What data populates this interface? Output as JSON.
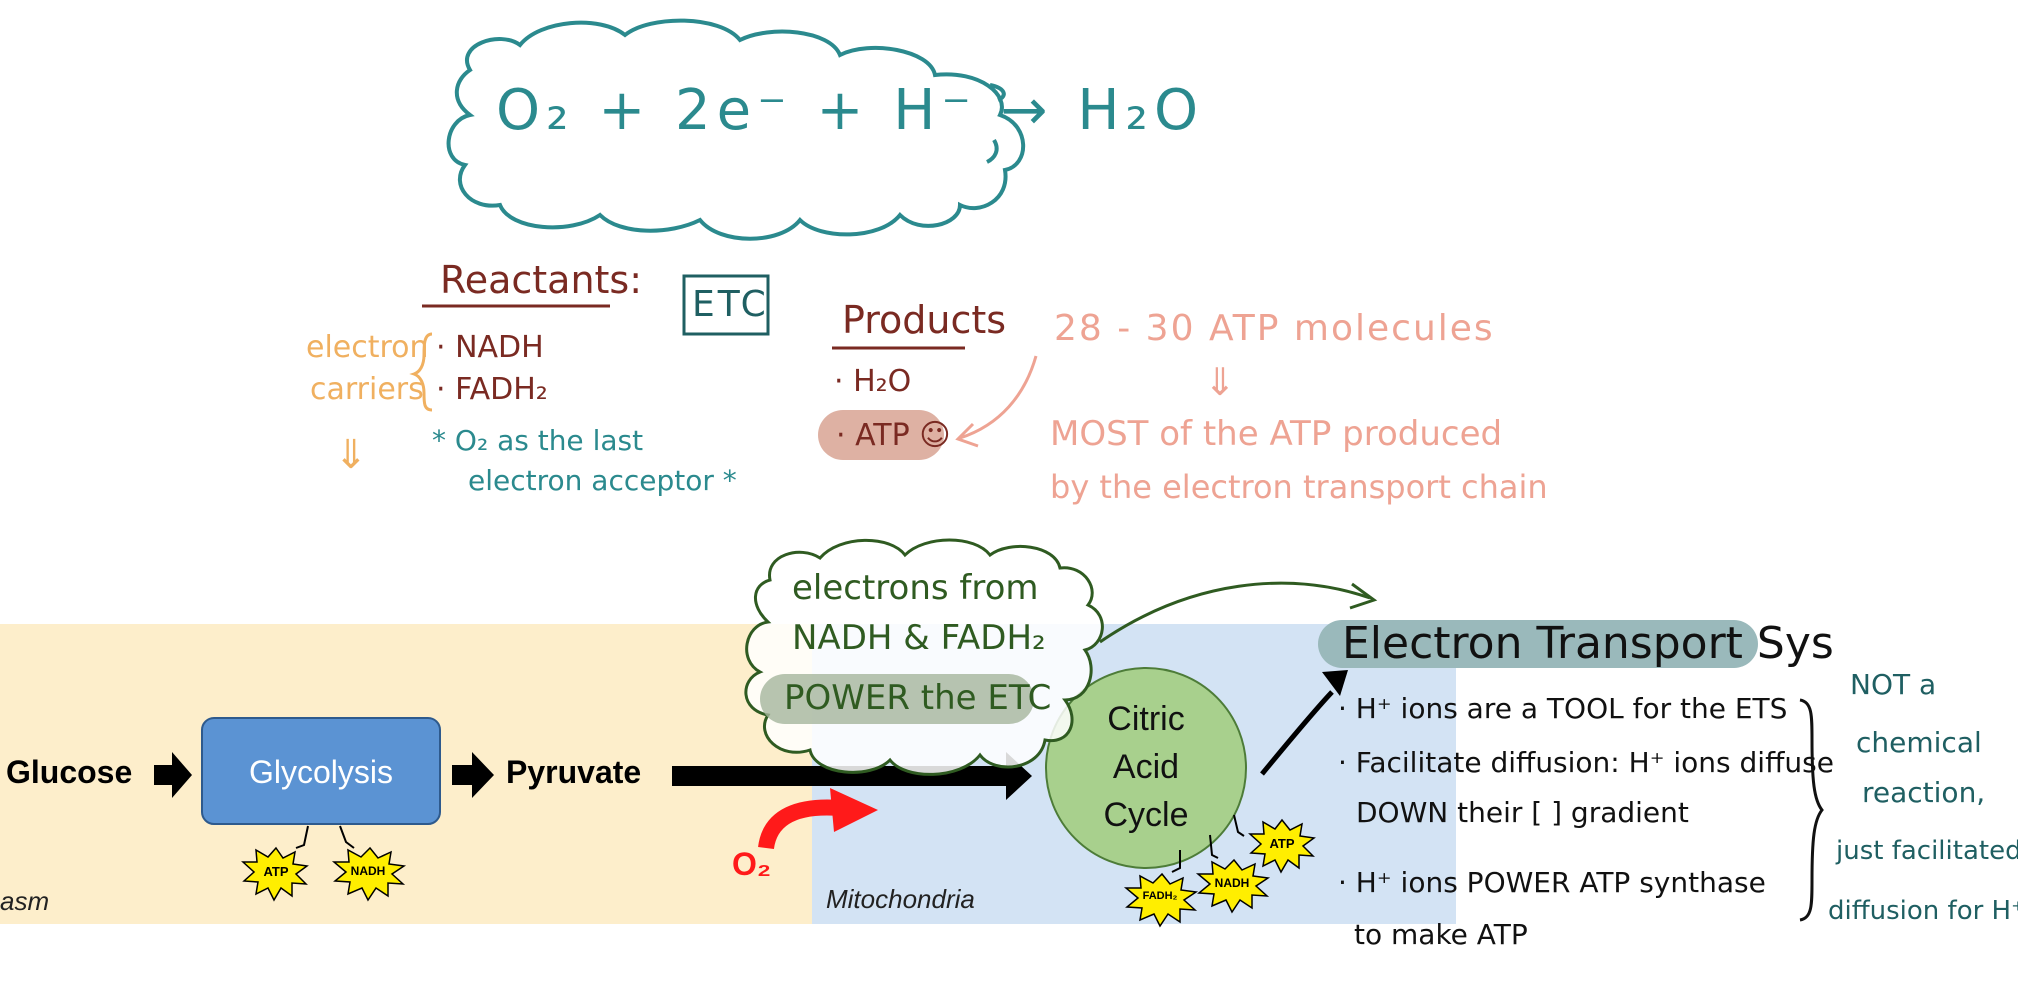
{
  "equation": {
    "text": "O₂ + 2e⁻ + H⁻ → H₂O"
  },
  "reactants": {
    "title": "Reactants:",
    "items": [
      "· NADH",
      "· FADH₂"
    ],
    "note_line1": "* O₂ as the last",
    "note_line2": "electron acceptor *",
    "side_label_line1": "electron",
    "side_label_line2": "carriers",
    "down_arrow": "⇓"
  },
  "etc_box": {
    "label": "ETC"
  },
  "products": {
    "title": "Products",
    "items": [
      "· H₂O",
      "· ATP ☺"
    ]
  },
  "atp_note": {
    "line1": "28 - 30 ATP molecules",
    "arrow": "⇓",
    "line2": "MOST of the ATP produced",
    "line3": "by the electron transport chain"
  },
  "pathway": {
    "cytoplasm_label": "asm",
    "mitochondria_label": "Mitochondria",
    "glucose": "Glucose",
    "glycolysis": "Glycolysis",
    "pyruvate": "Pyruvate",
    "citric_line1": "Citric",
    "citric_line2": "Acid",
    "citric_line3": "Cycle",
    "o2": "O₂",
    "bursts": [
      "ATP",
      "NADH",
      "ATP",
      "NADH",
      "FADH₂"
    ]
  },
  "cloud_note": {
    "line1": "electrons from",
    "line2": "NADH & FADH₂",
    "line3": "POWER the ETC"
  },
  "ets": {
    "title": "Electron Transport Sys",
    "bullet1": "· H⁺ ions are a TOOL for the ETS",
    "bullet2a": "· Facilitate diffusion: H⁺ ions diffuse",
    "bullet2b": "DOWN their [ ] gradient",
    "bullet3a": "· H⁺ ions POWER ATP synthase",
    "bullet3b": "to make ATP"
  },
  "side_note": {
    "line1": "NOT a",
    "line2": "chemical",
    "line3": "reaction,",
    "line4": "just facilitated",
    "line5": "diffusion for H⁺"
  },
  "colors": {
    "teal": "#2b8a8e",
    "maroon": "#7a2a22",
    "orange": "#f0b060",
    "pink": "#eea393",
    "cytoplasm_bg": "#fdeecb",
    "mito_bg": "#d3e3f4",
    "glycolysis_box": "#5b93d3",
    "citric_circle": "#a8d08d",
    "ets_banner": "#9ab9bb"
  }
}
